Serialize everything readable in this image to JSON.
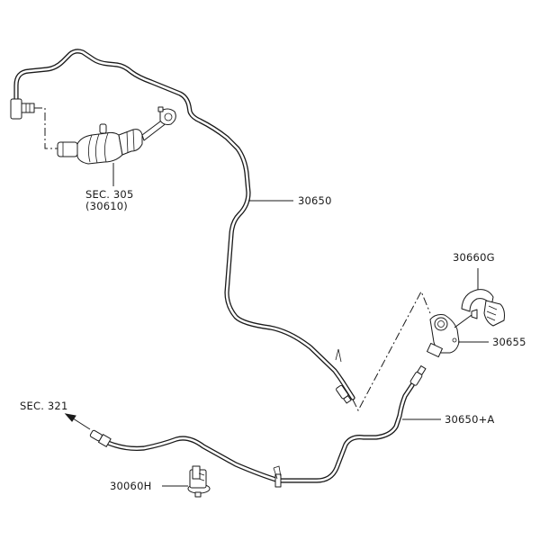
{
  "diagram": {
    "title": "Clutch piping parts diagram",
    "colors": {
      "ink": "#1a1a1a",
      "background": "#ffffff"
    },
    "callouts": [
      {
        "id": "sec305",
        "text": "SEC. 305",
        "sub": "(30610)"
      },
      {
        "id": "30650",
        "text": "30650"
      },
      {
        "id": "30660G",
        "text": "30660G"
      },
      {
        "id": "30655",
        "text": "30655"
      },
      {
        "id": "sec321",
        "text": "SEC. 321"
      },
      {
        "id": "30650A",
        "text": "30650+A"
      },
      {
        "id": "30060H",
        "text": "30060H"
      }
    ]
  }
}
